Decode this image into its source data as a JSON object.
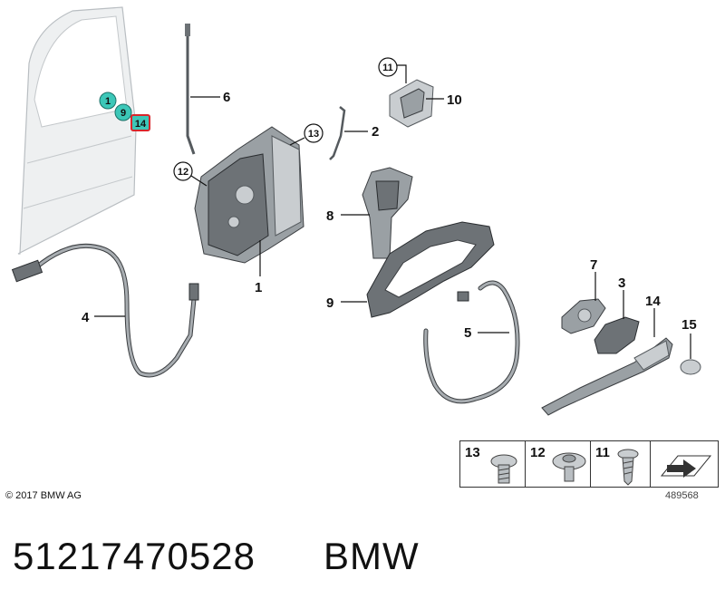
{
  "callouts": {
    "c1": "1",
    "c2": "2",
    "c3": "3",
    "c4": "4",
    "c5": "5",
    "c6": "6",
    "c7": "7",
    "c8": "8",
    "c9a": "9",
    "c9b": "9",
    "c10": "10",
    "c11": "11",
    "c12": "12",
    "c13": "13",
    "c14": "14",
    "c15": "15"
  },
  "door_markers": {
    "m1": "1",
    "m9": "9",
    "m14": "14"
  },
  "marker_colors": {
    "teal": "#3cc7b8",
    "red": "#d9262b"
  },
  "fastener_table": {
    "cells": [
      {
        "number": "13",
        "icon": "pan-head-screw-icon"
      },
      {
        "number": "12",
        "icon": "flange-screw-icon"
      },
      {
        "number": "11",
        "icon": "countersunk-screw-icon"
      },
      {
        "number": "",
        "icon": "direction-arrow-icon"
      }
    ]
  },
  "footer": {
    "copyright": "© 2017 BMW AG",
    "diagram_number": "489568",
    "part_number": "51217470528",
    "brand": "BMW"
  }
}
